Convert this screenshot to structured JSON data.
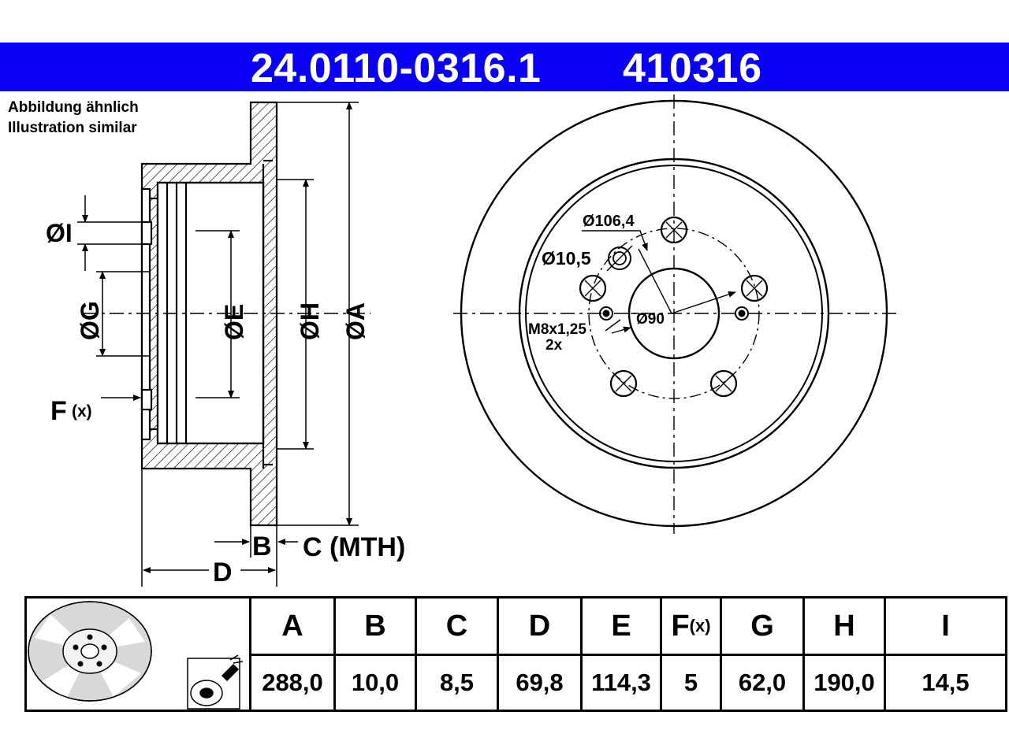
{
  "header": {
    "part_number": "24.0110-0316.1",
    "ref_number": "410316",
    "color": "#0a00f5"
  },
  "note": {
    "line1": "Abbildung ähnlich",
    "line2": "Illustration similar"
  },
  "section_labels": {
    "I": "ØI",
    "G": "ØG",
    "E": "ØE",
    "H": "ØH",
    "A": "ØA",
    "F": "F",
    "F_sub": "(x)",
    "B": "B",
    "C": "C (MTH)",
    "D": "D"
  },
  "front_labels": {
    "pcd": "Ø106,4",
    "hole": "Ø10,5",
    "center": "Ø90",
    "thread": "M8x1,25",
    "thread_count": "2x"
  },
  "table": {
    "columns": [
      {
        "key": "A",
        "header": "A",
        "value": "288,0"
      },
      {
        "key": "B",
        "header": "B",
        "value": "10,0"
      },
      {
        "key": "C",
        "header": "C",
        "value": "8,5"
      },
      {
        "key": "D",
        "header": "D",
        "value": "69,8"
      },
      {
        "key": "E",
        "header": "E",
        "value": "114,3"
      },
      {
        "key": "F",
        "header": "F",
        "header_sub": "(x)",
        "value": "5"
      },
      {
        "key": "G",
        "header": "G",
        "value": "62,0"
      },
      {
        "key": "H",
        "header": "H",
        "value": "190,0"
      },
      {
        "key": "I",
        "header": "I",
        "value": "14,5"
      }
    ]
  }
}
